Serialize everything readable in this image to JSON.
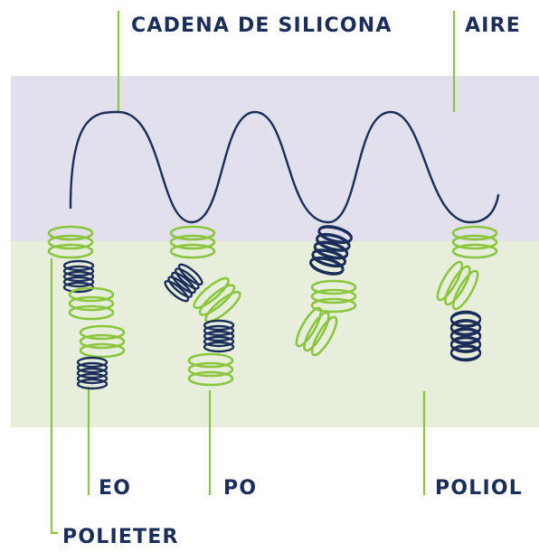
{
  "labels": {
    "silicone_chain": "CADENA DE SILICONA",
    "air": "AIRE",
    "eo": "EO",
    "po": "PO",
    "polyol": "POLIOL",
    "polyether": "POLIETER"
  },
  "colors": {
    "air_region": "#e1e0ec",
    "polyol_region": "#e7eedc",
    "chain": "#1b2e5a",
    "leader": "#8cc63f",
    "po_coil": "#8cc63f",
    "eo_coil": "#1b2e5a",
    "label_text": "#1b2e5a"
  }
}
